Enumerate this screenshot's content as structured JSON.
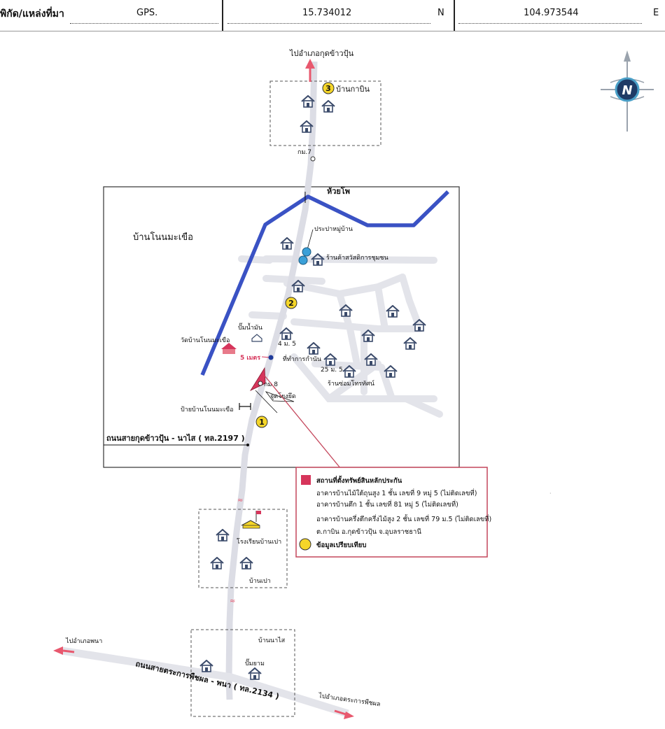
{
  "header": {
    "source_label": "พิกัด/แหล่งที่มา",
    "gps_label": "GPS.",
    "lat_value": "15.734012",
    "lat_dir": "N",
    "lon_value": "104.973544",
    "lon_dir": "E"
  },
  "compass": {
    "letter": "N"
  },
  "labels": {
    "to_kut_khao_pun": "ไปอำเภอกุดข้าวปุ้น",
    "ban_ka_bin": "บ้านกาบิน",
    "km7": "กม.7",
    "huai_pho": "ห้วยโพ",
    "ban_non_ma_khuea": "บ้านโนนมะเขือ",
    "village_water_supply": "ประปาหมู่บ้าน",
    "community_store": "ร้านค้าสวัสดิการชุมชน",
    "gas_station": "ปั๊มน้ำมัน",
    "house_4": "4 ม. 5",
    "temple": "วัดบ้านโนนมะเขือ",
    "distance": "5 เมตร",
    "headman_office": "ที่ทำการกำนัน",
    "house_25": "25 ม. 5",
    "repair_shop": "ร้านซ่อมโทรทัศน์",
    "km8": "กม.8",
    "survey_point": "จุดโยงยึด",
    "village_sign": "ป้ายบ้านโนนมะเขือ",
    "road_2197": "ถนนสายกุดข้าวปุ้น - นาไส ( ทล.2197 )",
    "school": "โรงเรียนบ้านเปา",
    "ban_pao": "บ้านเปา",
    "ban_na_sai": "บ้านนาไส",
    "fuel_pump": "ปั๊มยาม",
    "to_phana": "ไปอำเภอพนา",
    "road_2134": "ถนนสายตระการพืชผล - พนา ( ทล.2134 )",
    "to_trakan": "ไปอำเภอตระการพืชผล"
  },
  "markers": [
    "1",
    "2",
    "3"
  ],
  "legend": {
    "title": "สถานที่ตั้งทรัพย์สินหลักประกัน",
    "line1": "อาคารบ้านไม้ใต้ถุนสูง 1 ชั้น เลขที่ 9 หมู่ 5 (ไม่ติดเลขที่)",
    "line2": "อาคารบ้านตึก 1 ชั้น เลขที่ 81 หมู่ 5 (ไม่ติดเลขที่)",
    "line3": "อาคารบ้านครึ่งตึกครึ่งไม้สูง 2 ชั้น เลขที่ 79 ม.5 (ไม่ติดเลขที่)",
    "line4": "ต.กาบิน อ.กุดข้าวปุ้น จ.อุบลราชธานี",
    "comparison": "ข้อมูลเปรียบเทียบ"
  },
  "colors": {
    "road": "#e3e4ea",
    "creek": "#3a52c4",
    "property": "#d6355b",
    "marker": "#f5d629",
    "arrow": "#e8586e",
    "legend_border": "#c4475c",
    "water_dot": "#3aa0d8",
    "house": "#3a4a6a"
  }
}
